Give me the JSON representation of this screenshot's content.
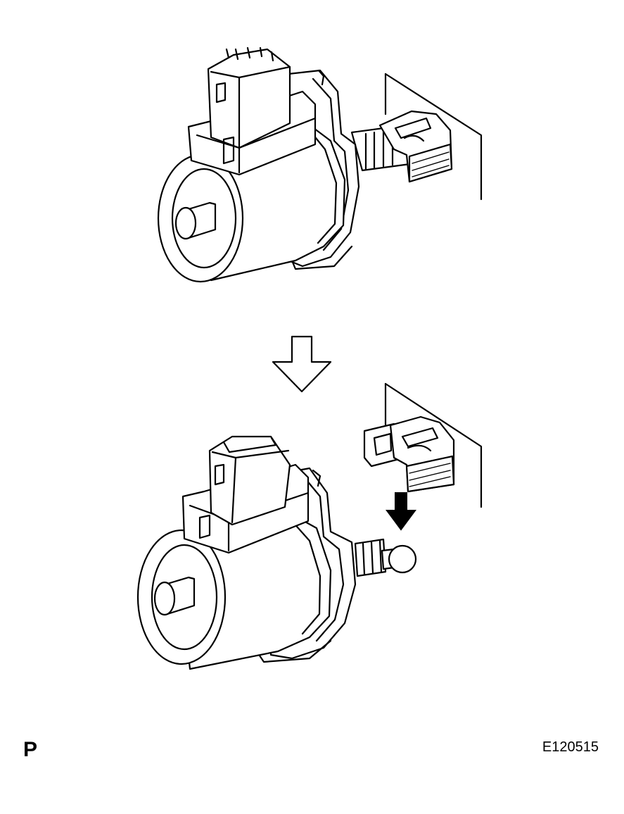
{
  "labels": {
    "corner_letter": "P",
    "figure_id": "E120515"
  },
  "figure": {
    "panels": [
      "connected-state",
      "disconnected-state"
    ],
    "transition_arrow": "hollow-down-arrow",
    "action_arrow": "solid-down-arrow"
  }
}
